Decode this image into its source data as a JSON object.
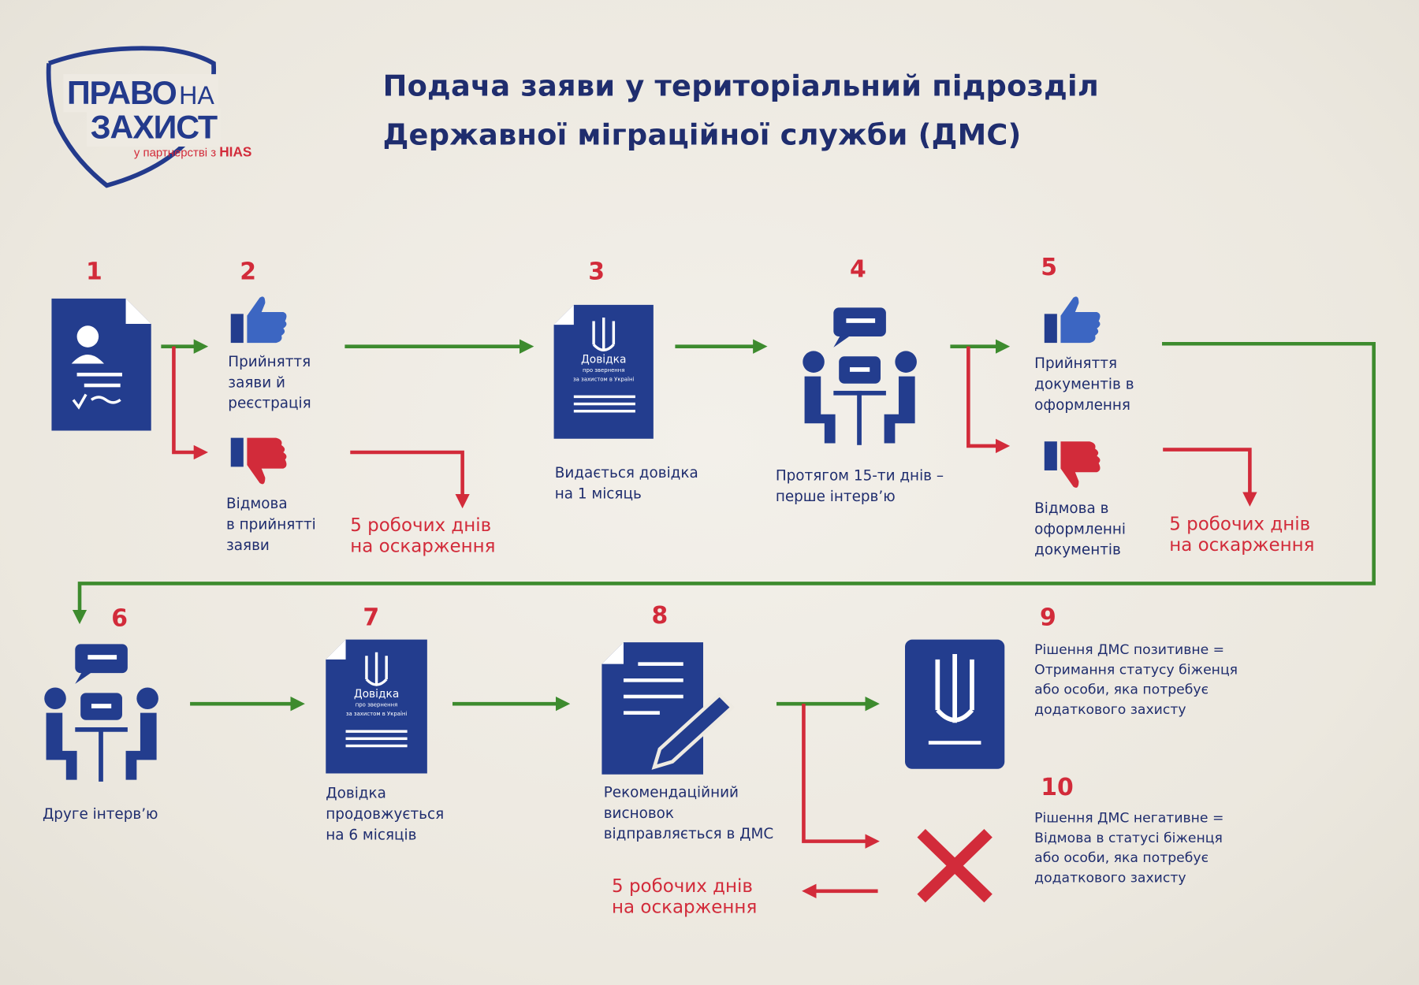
{
  "logo": {
    "line1": "ПРАВО",
    "na": "НА",
    "line2": "ЗАХИСТ",
    "partner": "у партнерстві з",
    "hias": "HIAS"
  },
  "title": [
    "Подача заяви у територіальний підрозділ",
    "Державної міграційної служби (ДМС)"
  ],
  "colors": {
    "blue": "#233d8e",
    "red": "#d22b3a",
    "green": "#3d8b2e",
    "title": "#1f2d6e"
  },
  "certificate": {
    "title": "Довідка",
    "sub1": "про звернення",
    "sub2": "за захистом в Україні"
  },
  "steps": {
    "s1": {
      "num": "1"
    },
    "s2": {
      "num": "2",
      "accept": [
        "Прийняття",
        "заяви й",
        "реєстрація"
      ],
      "reject": [
        "Відмова",
        "в прийнятті",
        "заяви"
      ]
    },
    "s3": {
      "num": "3",
      "text": [
        "Видається довідка",
        "на 1 місяць"
      ]
    },
    "s4": {
      "num": "4",
      "text": [
        "Протягом 15-ти днів –",
        "перше інтерв’ю"
      ]
    },
    "s5": {
      "num": "5",
      "accept": [
        "Прийняття",
        "документів в",
        "оформлення"
      ],
      "reject": [
        "Відмова в",
        "оформленні",
        "документів"
      ]
    },
    "s6": {
      "num": "6",
      "text": [
        "Друге інтерв’ю"
      ]
    },
    "s7": {
      "num": "7",
      "text": [
        "Довідка",
        "продовжується",
        "на 6 місяців"
      ]
    },
    "s8": {
      "num": "8",
      "text": [
        "Рекомендаційний",
        "висновок",
        "відправляється в ДМС"
      ]
    },
    "s9": {
      "num": "9",
      "text": [
        "Рішення ДМС позитивне =",
        "Отримання статусу біженця",
        "або особи, яка потребує",
        "додаткового захисту"
      ]
    },
    "s10": {
      "num": "10",
      "text": [
        "Рішення ДМС негативне =",
        "Відмова в статусі біженця",
        "або особи, яка потребує",
        "додаткового захисту"
      ]
    }
  },
  "appeal": [
    "5 робочих днів",
    "на оскарження"
  ]
}
